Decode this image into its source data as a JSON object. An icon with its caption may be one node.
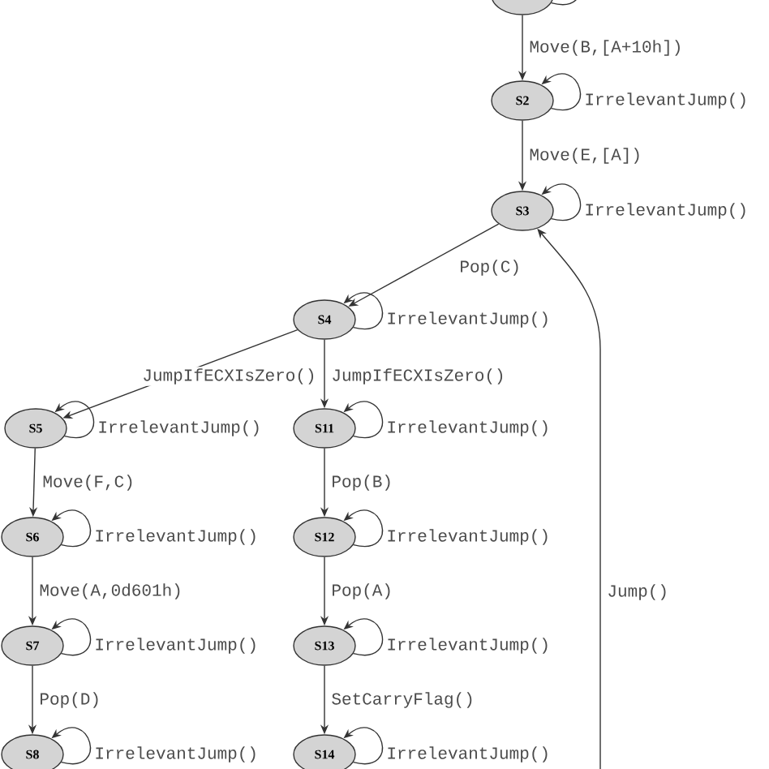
{
  "diagram": {
    "nodes": [
      {
        "text": [],
        "shape": "ellipse"
      },
      {
        "text": [
          "S2"
        ]
      },
      {
        "text": [
          "S3"
        ]
      },
      {
        "text": [
          "S4"
        ]
      },
      {
        "text": [
          "S5"
        ]
      },
      {
        "text": [
          "S6"
        ]
      },
      {
        "text": [
          "S7"
        ]
      },
      {
        "text": [
          "S8"
        ]
      },
      {
        "text": [
          "S11"
        ]
      },
      {
        "text": [
          "S12"
        ]
      },
      {
        "text": [
          "S13"
        ]
      },
      {
        "text": [
          "S14"
        ]
      }
    ],
    "edges": [
      {
        "from": 0,
        "to": 1,
        "arrow": "to",
        "label": "Move(B,[A+10h])"
      },
      {
        "from": 1,
        "to": 2,
        "arrow": "to",
        "label": "Move(E,[A])"
      },
      {
        "from": 2,
        "to": 3,
        "arrow": "to",
        "label": "Pop(C)"
      },
      {
        "from": 3,
        "to": 4,
        "arrow": "to",
        "label": "JumpIfECXIsZero()"
      },
      {
        "from": 3,
        "to": 8,
        "arrow": "to",
        "label": "JumpIfECXIsZero()"
      },
      {
        "from": 4,
        "to": 5,
        "arrow": "to",
        "label": "Move(F,C)"
      },
      {
        "from": 5,
        "to": 6,
        "arrow": "to",
        "label": "Move(A,0d601h)"
      },
      {
        "from": 6,
        "to": 7,
        "arrow": "to",
        "label": "Pop(D)"
      },
      {
        "from": 8,
        "to": 9,
        "arrow": "to",
        "label": "Pop(B)"
      },
      {
        "from": 9,
        "to": 10,
        "arrow": "to",
        "label": "Pop(A)"
      },
      {
        "from": 10,
        "to": 11,
        "arrow": "to",
        "label": "SetCarryFlag()"
      },
      {
        "from": null,
        "to": 2,
        "arrow": "to",
        "label": "Jump()"
      },
      {
        "from": 0,
        "to": 0,
        "arrow": "none"
      },
      {
        "from": 1,
        "to": 1,
        "arrow": "to",
        "label": "IrrelevantJump()"
      },
      {
        "from": 2,
        "to": 2,
        "arrow": "to",
        "label": "IrrelevantJump()"
      },
      {
        "from": 3,
        "to": 3,
        "arrow": "to",
        "label": "IrrelevantJump()"
      },
      {
        "from": 4,
        "to": 4,
        "arrow": "to",
        "label": "IrrelevantJump()"
      },
      {
        "from": 8,
        "to": 8,
        "arrow": "to",
        "label": "IrrelevantJump()"
      },
      {
        "from": 5,
        "to": 5,
        "arrow": "to",
        "label": "IrrelevantJump()"
      },
      {
        "from": 9,
        "to": 9,
        "arrow": "to",
        "label": "IrrelevantJump()"
      },
      {
        "from": 6,
        "to": 6,
        "arrow": "to",
        "label": "IrrelevantJump()"
      },
      {
        "from": 10,
        "to": 10,
        "arrow": "to",
        "label": "IrrelevantJump()"
      },
      {
        "from": 7,
        "to": 7,
        "arrow": "to",
        "label": "IrrelevantJump()"
      },
      {
        "from": 11,
        "to": 11,
        "arrow": "to",
        "label": "IrrelevantJump()"
      }
    ]
  }
}
